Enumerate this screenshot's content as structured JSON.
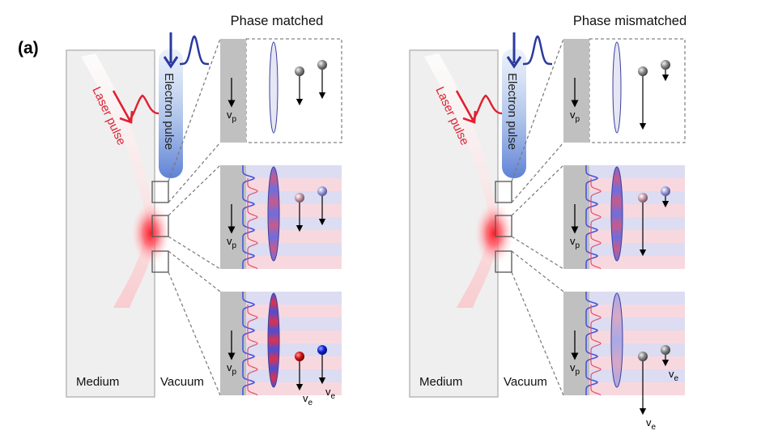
{
  "panel_label": "(a)",
  "labels": {
    "electron_pulse": "Electron pulse",
    "laser_pulse": "Laser pulse",
    "medium": "Medium",
    "vacuum": "Vacuum",
    "vp_main": "v",
    "vp_sub": "p",
    "ve_main": "v",
    "ve_sub": "e"
  },
  "panels": [
    {
      "title": "Phase matched",
      "insets": [
        {
          "electrons": [
            {
              "color": "gray",
              "arrow": "short"
            },
            {
              "color": "gray",
              "arrow": "short"
            }
          ],
          "wave": false
        },
        {
          "electrons": [
            {
              "color": "pink",
              "arrow": "short"
            },
            {
              "color": "lavender",
              "arrow": "short"
            }
          ],
          "wave": true,
          "ellipse": "medium"
        },
        {
          "electrons": [
            {
              "color": "red",
              "arrow": "short",
              "label": true
            },
            {
              "color": "blue",
              "arrow": "short",
              "label": true
            }
          ],
          "wave": true,
          "ellipse": "strong"
        }
      ]
    },
    {
      "title": "Phase mismatched",
      "insets": [
        {
          "electrons": [
            {
              "color": "gray",
              "arrow": "long"
            },
            {
              "color": "gray",
              "arrow": "tiny"
            }
          ],
          "wave": false
        },
        {
          "electrons": [
            {
              "color": "pink",
              "arrow": "long"
            },
            {
              "color": "lavender",
              "arrow": "tiny"
            }
          ],
          "wave": true,
          "ellipse": "medium"
        },
        {
          "electrons": [
            {
              "color": "gray",
              "arrow": "outside",
              "label": true
            },
            {
              "color": "gray",
              "arrow": "tiny",
              "label": true
            }
          ],
          "wave": true,
          "ellipse": "weak"
        }
      ]
    }
  ],
  "colors": {
    "electron_blue": "#2a3a9e",
    "laser_red": "#e02030",
    "medium_fill": "#efefef",
    "medium_stroke": "#b8b8b8",
    "wall_gray": "#c0c0c0",
    "stripe_pink": "#f8d8df",
    "stripe_blue": "#dcdcf2",
    "dash": "#777777"
  }
}
